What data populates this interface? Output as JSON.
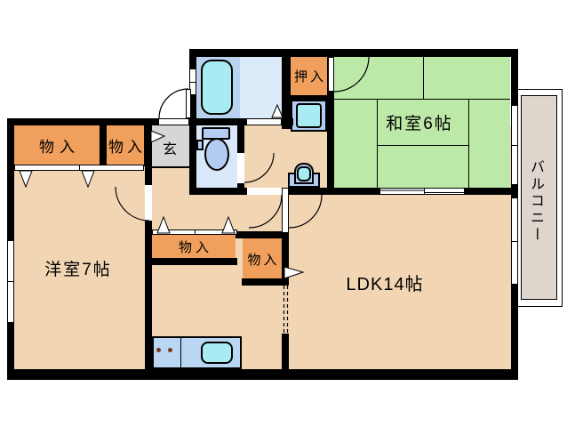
{
  "plan_title": "apartment-floor-plan",
  "labels": {
    "washitsu": "和室6帖",
    "yoshitsu": "洋室7帖",
    "ldk": "LDK14帖",
    "balcony": "バルコニー",
    "genkan": "玄",
    "oshiire": "押入",
    "storage": [
      "物入",
      "物入",
      "物入",
      "物入"
    ]
  },
  "colors": {
    "wall": "#000000",
    "floor_wood": "#f2d6b4",
    "tatami_green": "#bce8a8",
    "closet_orange": "#f0a05c",
    "entrance_gray": "#d6d6d6",
    "balcony_gray": "#ded5cc",
    "bath_panel_blue": "#b9d3ee",
    "bath_floor_blue": "#dcebf9",
    "toilet_room_blue": "#d9e8f8",
    "fixture_blue": "#b3cdf2",
    "water_cyan": "#a9ebf2",
    "kitchen_blue": "#b9d6f2",
    "burner_brown": "#7a3520"
  }
}
